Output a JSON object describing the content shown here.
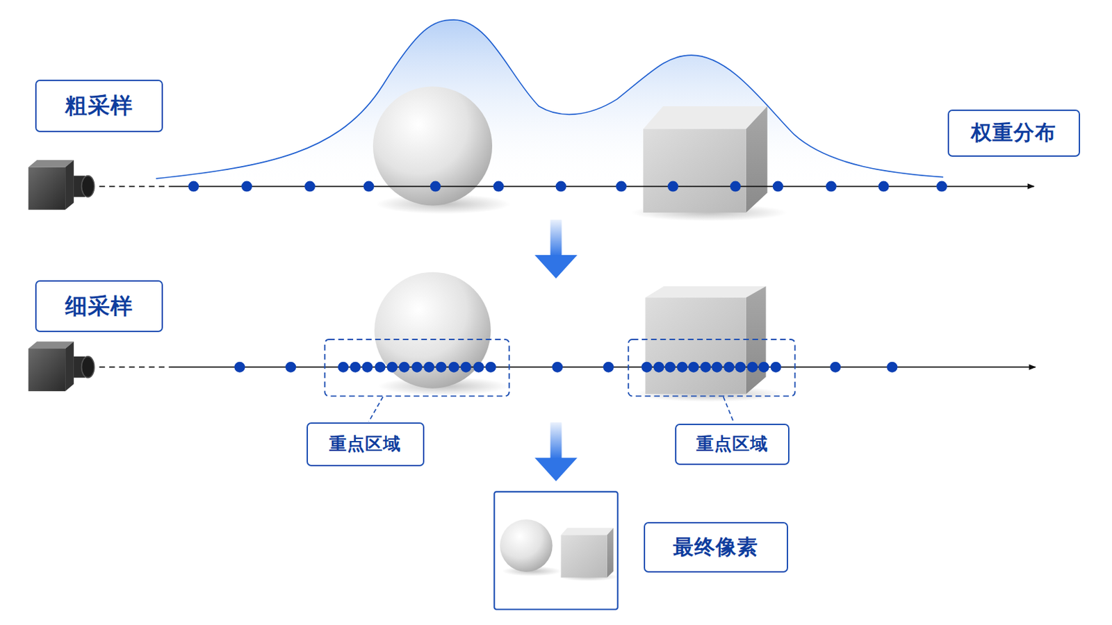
{
  "diagram": {
    "nodes": [
      {
        "text": [
          "粗采样"
        ]
      },
      {
        "text": [
          "权重分布"
        ]
      },
      {
        "text": [
          "细采样"
        ]
      },
      {
        "text": [
          "重点区域"
        ]
      },
      {
        "text": [
          "重点区域"
        ]
      },
      {
        "text": [
          "最终像素"
        ]
      }
    ]
  }
}
